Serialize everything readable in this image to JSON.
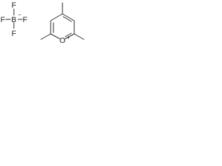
{
  "anion": {
    "center_atom": "B",
    "charge": "−",
    "fluorine_atoms": [
      "F",
      "F",
      "F",
      "F"
    ]
  },
  "cation": {
    "ring_heteroatom": "O",
    "charge": "+"
  }
}
